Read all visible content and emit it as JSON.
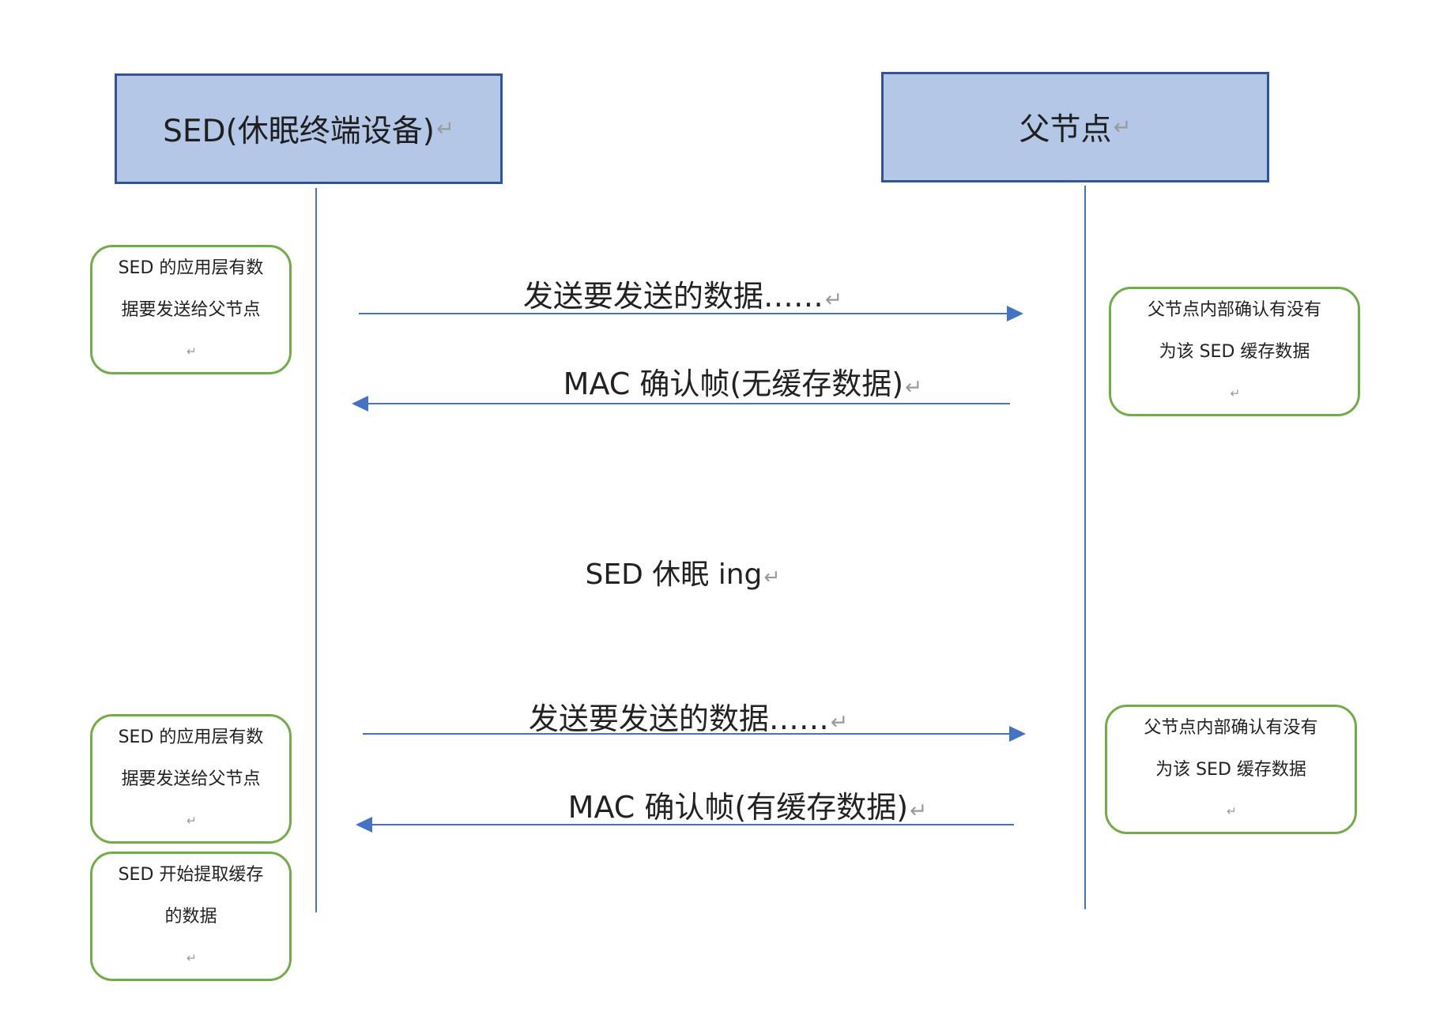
{
  "participants": {
    "sed": "SED(休眠终端设备)",
    "parent": "父节点"
  },
  "messages": [
    {
      "label": "发送要发送的数据……",
      "direction": "sed-to-parent"
    },
    {
      "label": "MAC 确认帧(无缓存数据)",
      "direction": "parent-to-sed"
    },
    {
      "label": "发送要发送的数据……",
      "direction": "sed-to-parent"
    },
    {
      "label": "MAC 确认帧(有缓存数据)",
      "direction": "parent-to-sed"
    }
  ],
  "center_note": "SED 休眠 ing",
  "notes": {
    "sed_1": {
      "line1": "SED 的应用层有数",
      "line2": "据要发送给父节点"
    },
    "parent_1": {
      "line1": "父节点内部确认有没有",
      "line2": "为该 SED 缓存数据"
    },
    "sed_2": {
      "line1": "SED 的应用层有数",
      "line2": "据要发送给父节点"
    },
    "parent_2": {
      "line1": "父节点内部确认有没有",
      "line2": "为该 SED 缓存数据"
    },
    "sed_3": {
      "line1": "SED 开始提取缓存",
      "line2": "的数据"
    }
  },
  "colors": {
    "header_fill": "#b4c7e7",
    "header_border": "#2f5597",
    "arrow": "#4472c4",
    "note_border": "#70ad47"
  },
  "icons": {
    "paragraph_mark": "↵"
  }
}
